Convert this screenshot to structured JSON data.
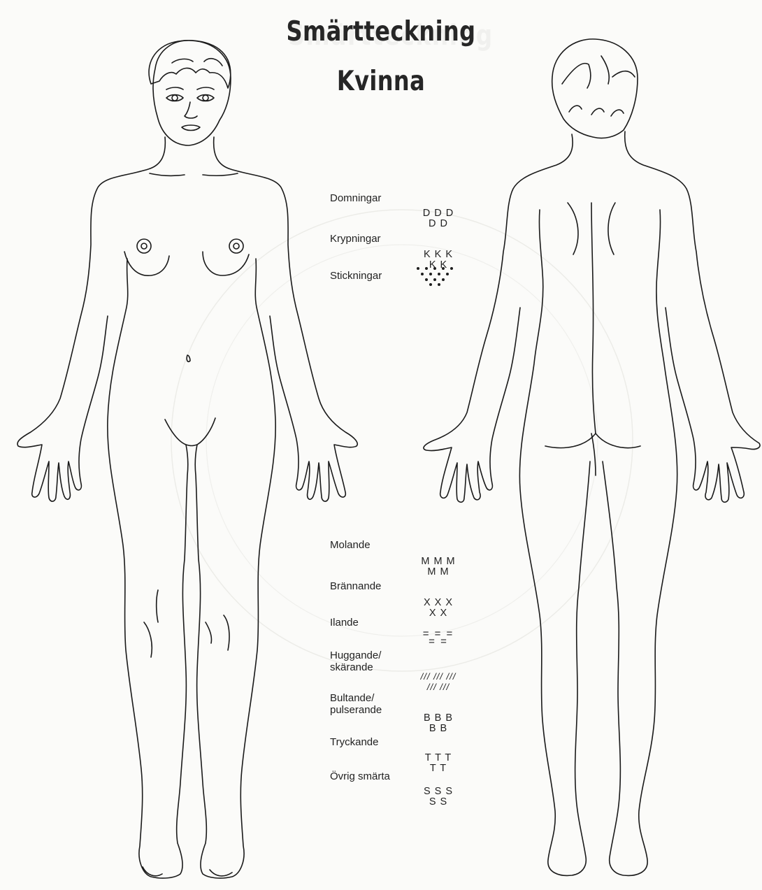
{
  "title": {
    "line1": "Smärtteckning",
    "line2": "Kvinna"
  },
  "legend": [
    {
      "label": "Domningar",
      "symbol_top": "D D D",
      "symbol_bottom": "D D"
    },
    {
      "label": "Krypningar",
      "symbol_top": "K K K",
      "symbol_bottom": "K K"
    },
    {
      "label": "Stickningar",
      "symbol_top": "",
      "symbol_bottom": "",
      "symbol_icon": "dots-icon"
    },
    {
      "label": "Molande",
      "symbol_top": "M M M",
      "symbol_bottom": "M M"
    },
    {
      "label": "Brännande",
      "symbol_top": "X X X",
      "symbol_bottom": "X X"
    },
    {
      "label": "Ilande",
      "symbol_top": "= = =",
      "symbol_bottom": "= ="
    },
    {
      "label": "Huggande/",
      "label2": "skärande",
      "symbol_top": "/// /// ///",
      "symbol_bottom": "/// ///"
    },
    {
      "label": "Bultande/",
      "label2": "pulserande",
      "symbol_top": "B B B",
      "symbol_bottom": "B B"
    },
    {
      "label": "Tryckande",
      "symbol_top": "T T T",
      "symbol_bottom": "T T"
    },
    {
      "label": "Övrig smärta",
      "symbol_top": "S S S",
      "symbol_bottom": "S S"
    }
  ],
  "figures": {
    "front_icon": "female-body-front-icon",
    "back_icon": "female-body-back-icon"
  }
}
